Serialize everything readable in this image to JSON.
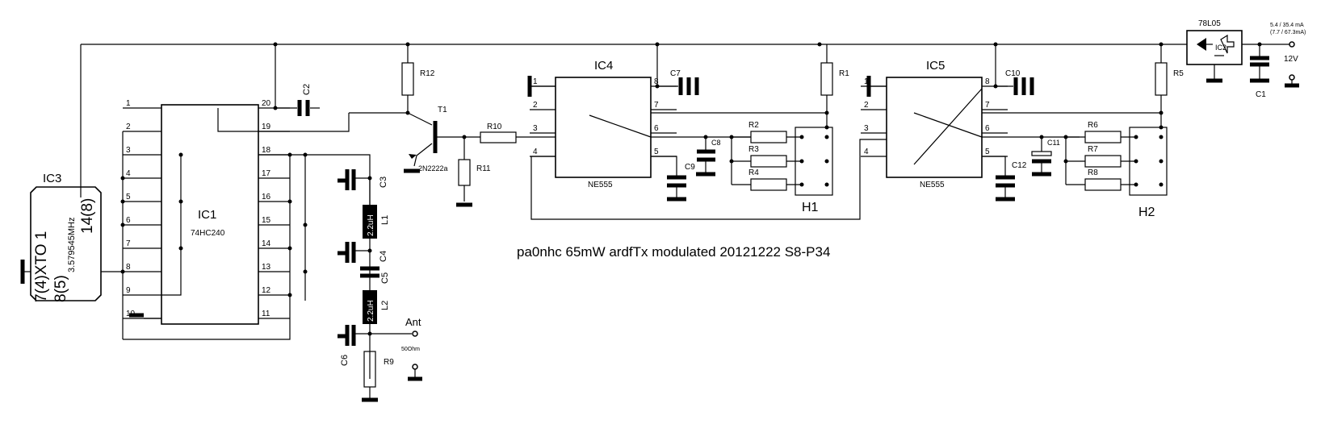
{
  "title": "pa0nhc 65mW ardfTx modulated 20121222 S8-P34",
  "colors": {
    "line": "#000000",
    "background": "#ffffff"
  },
  "ic1": {
    "ref": "IC1",
    "part": "74HC240",
    "pins_left": [
      "1",
      "2",
      "3",
      "4",
      "5",
      "6",
      "7",
      "8",
      "9",
      "10"
    ],
    "pins_right": [
      "20",
      "19",
      "18",
      "17",
      "16",
      "15",
      "14",
      "13",
      "12",
      "11"
    ]
  },
  "ic3": {
    "ref": "IC3",
    "line1": "7(4)XTO 1",
    "line2": "8(5)",
    "line3": "14(8)",
    "freq": "3.579545MHz"
  },
  "ic4": {
    "ref": "IC4",
    "part": "NE555",
    "pins_left": [
      "1",
      "2",
      "3",
      "4"
    ],
    "pins_right": [
      "8",
      "7",
      "6",
      "5"
    ]
  },
  "ic5": {
    "ref": "IC5",
    "part": "NE555",
    "pins_left": [
      "1",
      "2",
      "3",
      "4"
    ],
    "pins_right": [
      "8",
      "7",
      "6",
      "5"
    ]
  },
  "reg": {
    "ref": "IC2",
    "part": "78L05"
  },
  "supply": {
    "current_line1": "5.4 / 35.4 mA",
    "current_line2": "(7.7 / 67.3mA)",
    "voltage": "12V"
  },
  "transistor": {
    "ref": "T1",
    "part": "2N2222a"
  },
  "antenna": {
    "label": "Ant",
    "impedance": "50Ohm"
  },
  "headers": {
    "h1": "H1",
    "h2": "H2"
  },
  "inductors": {
    "l1": "L1",
    "l2": "L2",
    "value": "2.2uH"
  },
  "resistors": {
    "r1": "R1",
    "r2": "R2",
    "r3": "R3",
    "r4": "R4",
    "r5": "R5",
    "r6": "R6",
    "r7": "R7",
    "r8": "R8",
    "r9": "R9",
    "r10": "R10",
    "r11": "R11",
    "r12": "R12"
  },
  "capacitors": {
    "c1": "C1",
    "c2": "C2",
    "c3": "C3",
    "c4": "C4",
    "c5": "C5",
    "c6": "C6",
    "c7": "C7",
    "c8": "C8",
    "c9": "C9",
    "c10": "C10",
    "c11": "C11",
    "c12": "C12"
  }
}
